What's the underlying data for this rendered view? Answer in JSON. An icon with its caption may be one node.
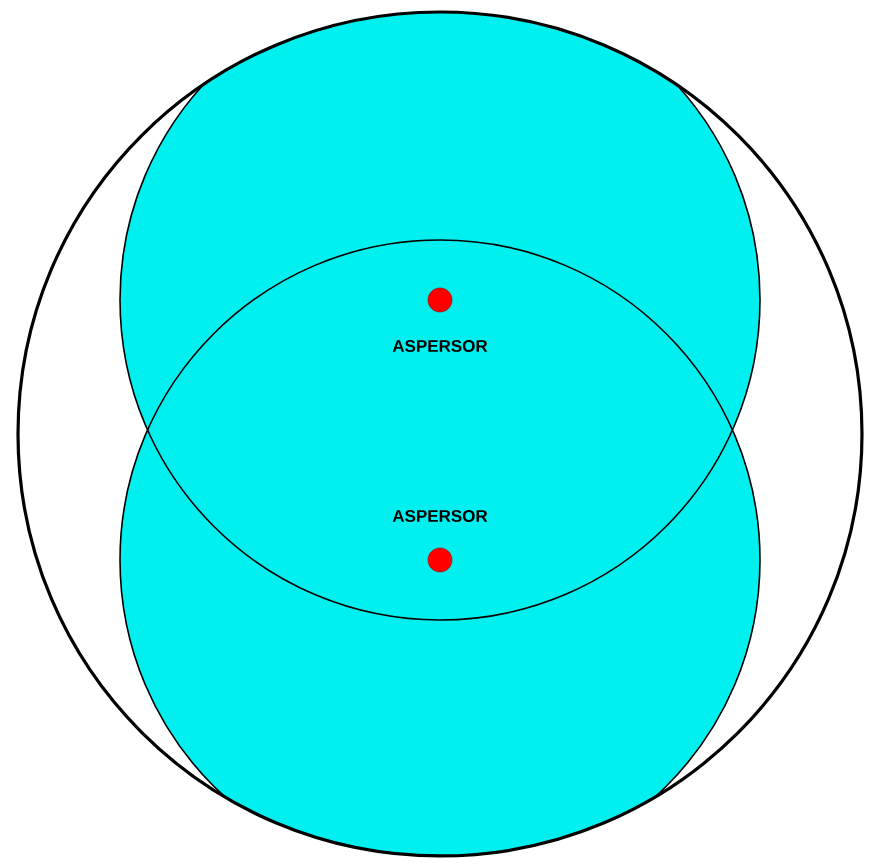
{
  "diagram": {
    "nodes": [
      {
        "text": [],
        "shape": "circle",
        "beside": [
          "ASPERSOR"
        ]
      },
      {
        "text": [],
        "shape": "circle",
        "beside": [
          "ASPERSOR"
        ]
      }
    ]
  }
}
